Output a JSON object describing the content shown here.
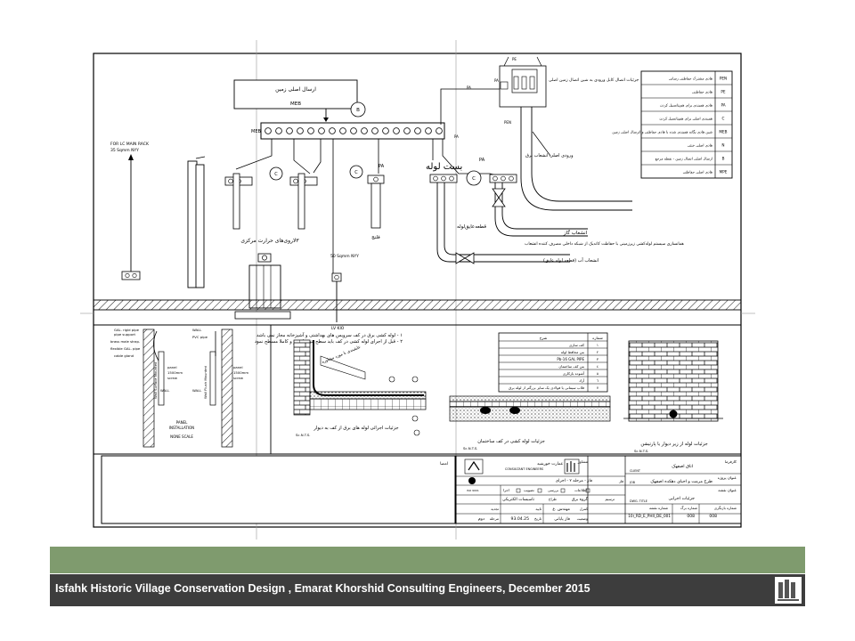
{
  "footer": {
    "text": "Isfahk Historic Village Conservation Design , Emarat Khorshid Consulting Engineers, December 2015"
  },
  "top": {
    "main_ground_wire_label": "ارسال اصلی زمین",
    "meb": "MEB",
    "meb_bar_label": "MEB",
    "b_marker": "B",
    "lc_rack_note_1": "FOR LC MAIN RACK",
    "lc_rack_note_2": "35 Sqmm NYY",
    "pa": "PA",
    "pe": "PE",
    "pen": "PEN",
    "c": "C",
    "pipe_clamp": "بست لوله",
    "mounting_heating": "٣لاروی‌های حرارت مرکزی",
    "small_bolt": "فلنج",
    "fifty_nyy": "50 Sqmm NYY",
    "lv_kiosk": "LV KIO",
    "gas_branch": "انشعاب گاز",
    "water_branch": "انشعاب آب (قطعه لوله عایق)",
    "insulating_piece": "قطعه‌عایق‌لوله",
    "equalize_note": "همانسازی سیستم لوله‌کشی زیرزمینی با حفاظت کاتدیک از شبکه داخلی مصرف کننده انشعاب",
    "incoming_power": "ورودی اصلی انشعاب برق",
    "cable_entry_detail": "جزئیات اتصال کابل ورودی به شین اتصال زمین اصلی"
  },
  "legend": {
    "rows": [
      {
        "desc": "هادی مشترک حفاظتی رسانی",
        "code": "PEN"
      },
      {
        "desc": "هادی حفاظتی",
        "code": "PE"
      },
      {
        "desc": "هادی همبندی برای هم‌پتانسیل کردن",
        "code": "PA"
      },
      {
        "desc": "همبندی اصلی برای همپتانسیل کردن",
        "code": "C"
      },
      {
        "desc": "شین هادی یگانه همبندی شده با هادی حفاظتی و اترسال اصلی زمین",
        "code": "MEB"
      },
      {
        "desc": "هادی اصلی خنثی",
        "code": "N"
      },
      {
        "desc": "ارسال اصلی اتصال زمین - نقطه مرجع",
        "code": "B"
      },
      {
        "desc": "هادی اصلی حفاظتی",
        "code": "MPE"
      }
    ]
  },
  "details": {
    "pipe_support_1": "GAL. rigid pipe",
    "pipe_support_2": "pipe support",
    "brass_male": "brass male strap.",
    "flexible_pipe": "flexible GAL. pipe",
    "cable_gland": "cable gland",
    "wall_surface_mounted": "Wall Surface Mounted",
    "wall_flush_mounted": "Wall Flush Mounted",
    "wall": "WALL",
    "pvc_pipe": "PVC pipe",
    "panel": "panel",
    "panel_size_1": "1500mm",
    "screw": "screw",
    "panel_installation_1": "PANEL",
    "panel_installation_2": "INSTALLATION",
    "none_scale": "NONE SCALE",
    "note_1": "١ - لوله کشی برق در کف سرویس های بهداشتی و آشپزخانه مجاز نمی باشد",
    "note_2": "٢ - قبل از اجرای لوله کشی در کف باید سطح بتن را تمیز و کاملا مسطح نمود",
    "wall_pipe_label": "عایقبندی با مورد مشاوره",
    "detail_a_caption": "جزئیات اجرائی لوله های برق از کف به دیوار",
    "detail_b_caption": "جزئیات لوله کشی در کف ساختمان",
    "detail_c_caption": "جزئیات لوله از زیر دیوار یا پارتیشن",
    "scale": "Sc.N.T.S.",
    "table_header_no": "شماره",
    "table_header_desc": "شرح",
    "table_rows": [
      {
        "no": "١",
        "desc": "کف سازی"
      },
      {
        "no": "٢",
        "desc": "بتن محافظ لوله"
      },
      {
        "no": "٣",
        "desc": "Pb-16 GAL PIPE"
      },
      {
        "no": "٤",
        "desc": "بتن کف ساختمان"
      },
      {
        "no": "٥",
        "desc": "آشوده بازکاری"
      },
      {
        "no": "٦",
        "desc": "آزاد"
      },
      {
        "no": "٧",
        "desc": "قلاب سیمانی یا فولادی یک سایز بزرگتر از لوله برق"
      }
    ]
  },
  "title_block": {
    "notes_label": "امضا",
    "consultant_fa": "مشاور",
    "consultant_en": "CONSULTANT ENGINEERS",
    "company_fa": "عمارت خورشید",
    "client_fa": "کارفرما",
    "client_value": "اتاق اصفهک",
    "client_en": "CLIENT",
    "project_fa": "عنوان پروژه",
    "project_value": "طرح مرمت و احیای دهکده اصفهک",
    "project_en": "JOB",
    "drawing_title_fa": "عنوان نقشه",
    "drawing_title_value": "جزئیات اجرایی",
    "drawing_title_en": "DWG. TITLE",
    "phase_fa": "فاز",
    "phase_value": "فاز - مرحله ٢ - اجرای",
    "design_fa": "طراح",
    "design_value": "تاسیسات الکتریکی",
    "description_en": "DESCRIPTION",
    "field_en": "FIELD",
    "drawn_fa": "ترسیم",
    "drawn_value": "گروه برق",
    "drawn_en": "DRAWN",
    "check_fa": "کنترل",
    "check_value": "مهندس .ع",
    "check_en": "CHECKED",
    "approve_fa": "تایید",
    "approve_en": "APPROVED",
    "rev_fa": "تجدید",
    "rev_en": "REVISION",
    "date_fa": "تاریخ",
    "date_value": "93.04.25",
    "date_en": "DATE",
    "phase2_fa": "مرحله",
    "phase2_value": "دوم",
    "phase2_en": "PHASE",
    "status_fa": "وضعیت",
    "status_value": "فاز پایانی",
    "sheet_no_fa": "شماره نقشه",
    "sheet_no_value": "ا10_RD_E_PHII_DE_001",
    "sheet_no_en": "DWG. NO",
    "sheet_size_fa": "شماره برگ",
    "sheet_size_value": "008",
    "sheet_of": "008",
    "sheet_en": "SHEET NO",
    "rev_label_fa": "شماره بازنگری",
    "rev_label_en": "REV. NO",
    "check_options": [
      "اجرا",
      "تصویب",
      "بررسی",
      "اطلاعات"
    ],
    "stamp_en": "ISO 9001"
  }
}
